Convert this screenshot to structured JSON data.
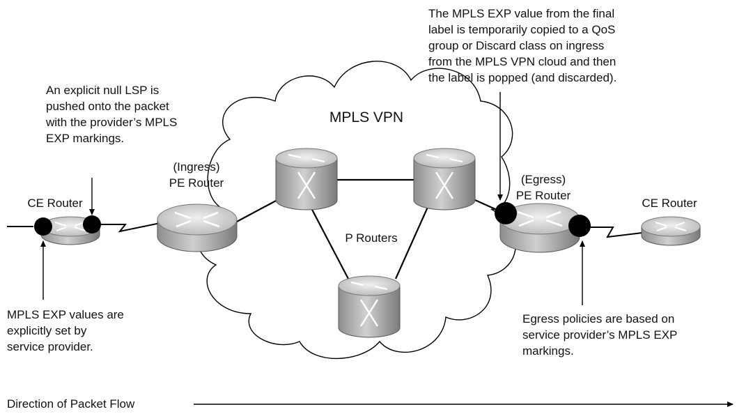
{
  "cloud_label": "MPLS VPN",
  "p_routers_label": "P Routers",
  "ce_left_label": "CE Router",
  "ce_right_label": "CE Router",
  "ingress_pe_label": "(Ingress)\nPE Router",
  "egress_pe_label": "(Egress)\nPE Router",
  "annotation_explicit_null": "An explicit null LSP is\npushed onto the packet\nwith the provider’s MPLS\nEXP markings.",
  "annotation_exp_copy": "The MPLS EXP value from the final\nlabel is temporarily copied to a QoS\ngroup or Discard class on ingress\nfrom the MPLS VPN cloud and then\nthe label is popped (and discarded).",
  "annotation_exp_set": "MPLS EXP values are\nexplicitly set by\nservice provider.",
  "annotation_egress_policies": "Egress policies are based on\nservice provider’s MPLS EXP\nmarkings.",
  "flow_label": "Direction of Packet Flow",
  "colors": {
    "line": "#000000",
    "router_top": "#dcdcdc",
    "router_side": "#a9a9a9",
    "marker": "#000000"
  }
}
